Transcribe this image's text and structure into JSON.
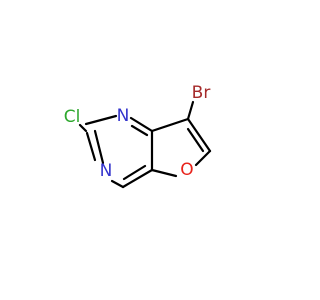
{
  "molecule": {
    "atoms": {
      "bromine": "Br",
      "chlorine": "Cl",
      "nitrogen_top": "N",
      "nitrogen_bottom": "N",
      "oxygen": "O"
    },
    "colors": {
      "bond": "#000000",
      "bromine": "#a52a2a",
      "chlorine": "#2ea82e",
      "nitrogen": "#3333cc",
      "oxygen": "#e8231b"
    }
  }
}
